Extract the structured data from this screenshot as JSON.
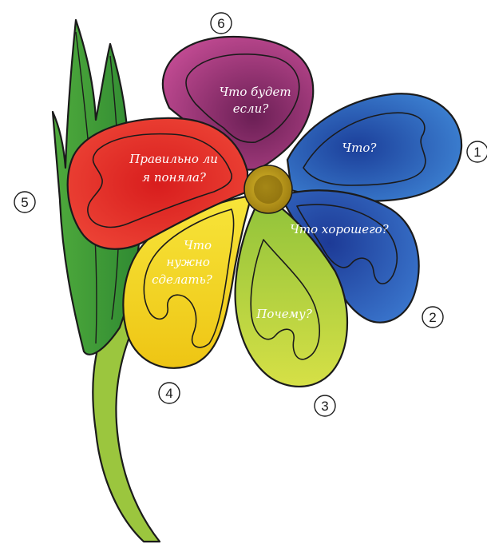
{
  "petals": [
    {
      "id": "what",
      "number": "1",
      "lines": [
        "Что?"
      ],
      "color": "#2f6fc4"
    },
    {
      "id": "whats-good",
      "number": "2",
      "lines": [
        "Что хорошего?"
      ],
      "color": "#2c59b8"
    },
    {
      "id": "why",
      "number": "3",
      "lines": [
        "Почему?"
      ],
      "color": "#b9d23a"
    },
    {
      "id": "what-to-do",
      "number": "4",
      "lines": [
        "Что",
        "нужно",
        "сделать?"
      ],
      "color": "#f2d51e"
    },
    {
      "id": "understood-right",
      "number": "5",
      "lines": [
        "Правильно ли",
        "я поняла?"
      ],
      "color": "#e42626"
    },
    {
      "id": "what-if",
      "number": "6",
      "lines": [
        "Что будет",
        "если?"
      ],
      "color": "#8e2a6b"
    }
  ],
  "colors": {
    "stem": "#8fbf3a",
    "leaf": "#3f9a3a",
    "center": "#c9a41a",
    "outline": "#1b1b1b"
  }
}
